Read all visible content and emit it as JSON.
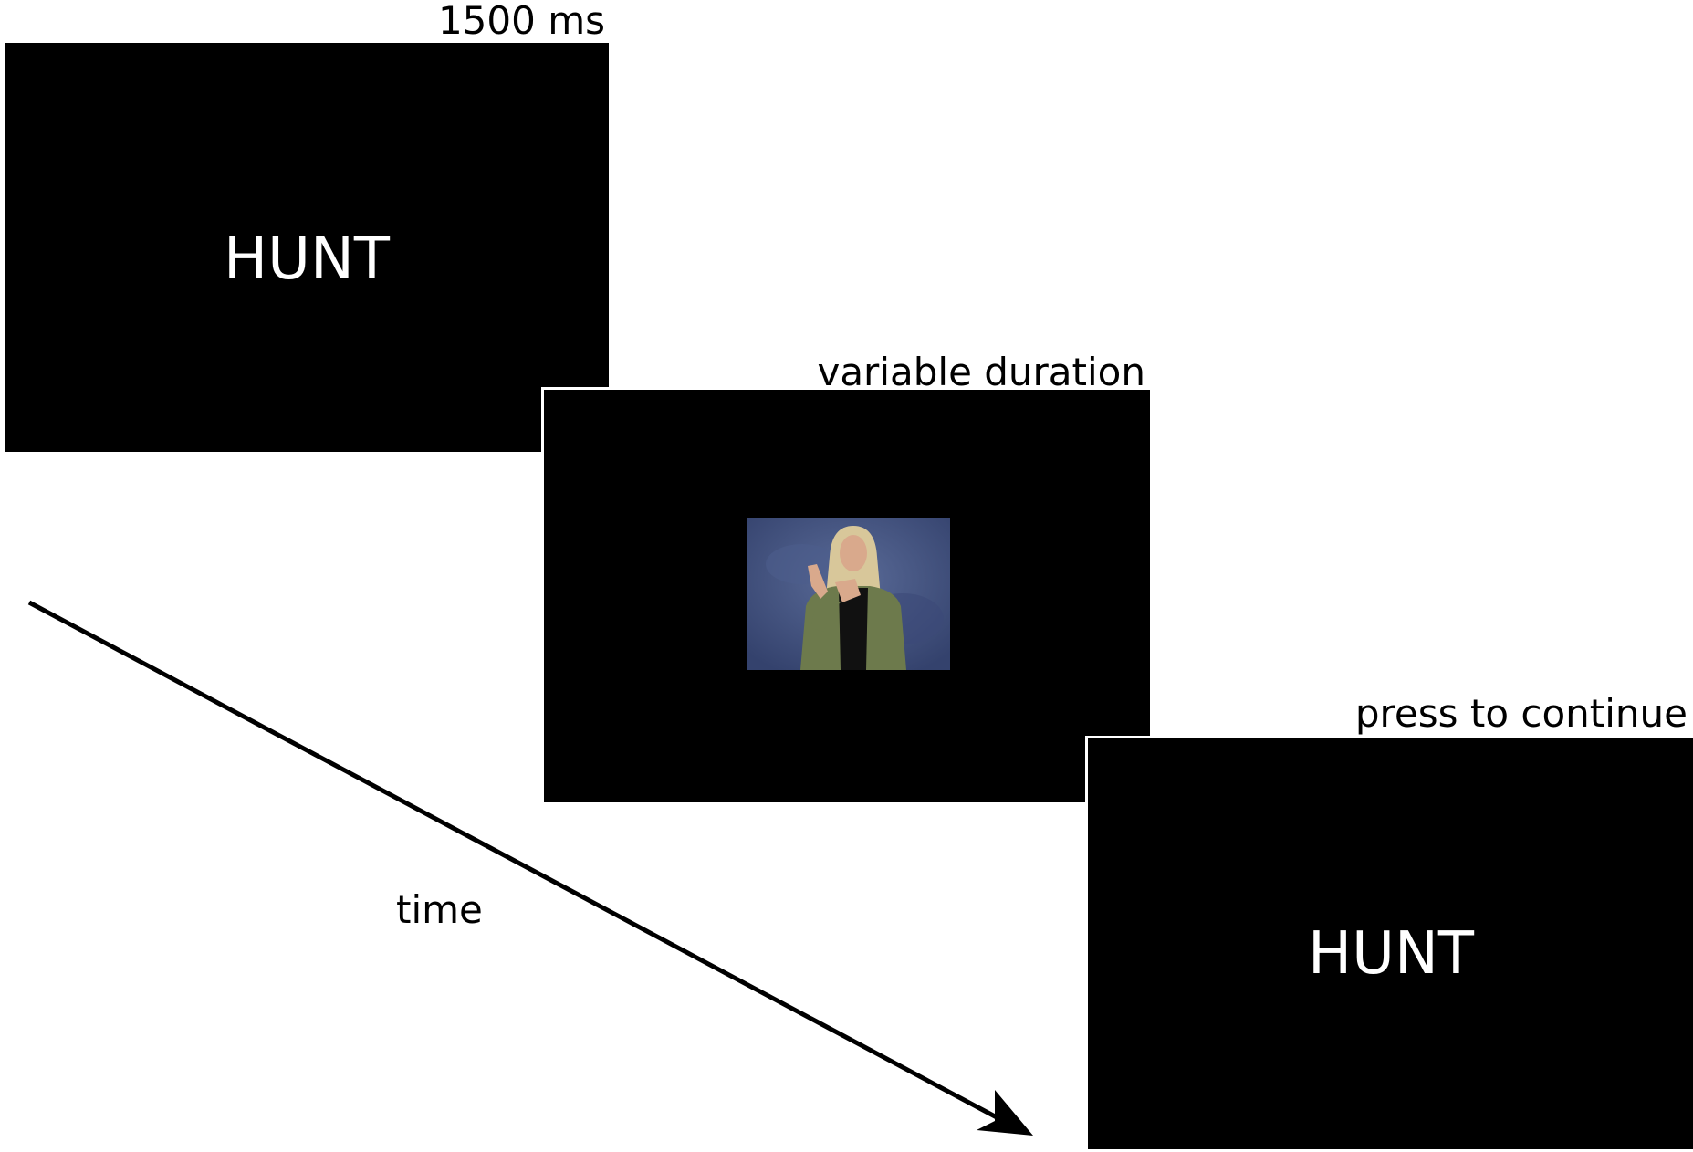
{
  "frames": [
    {
      "duration_label": "1500 ms",
      "word": "HUNT"
    },
    {
      "duration_label": "variable duration",
      "content": "video-still-of-signer"
    },
    {
      "duration_label": "press to continue",
      "word": "HUNT"
    }
  ],
  "timeline": {
    "label": "time"
  },
  "colors": {
    "frame_background": "#000000",
    "frame_text": "#ffffff",
    "label_text": "#000000",
    "arrow": "#000000",
    "video_backdrop": "#4a5a86"
  }
}
